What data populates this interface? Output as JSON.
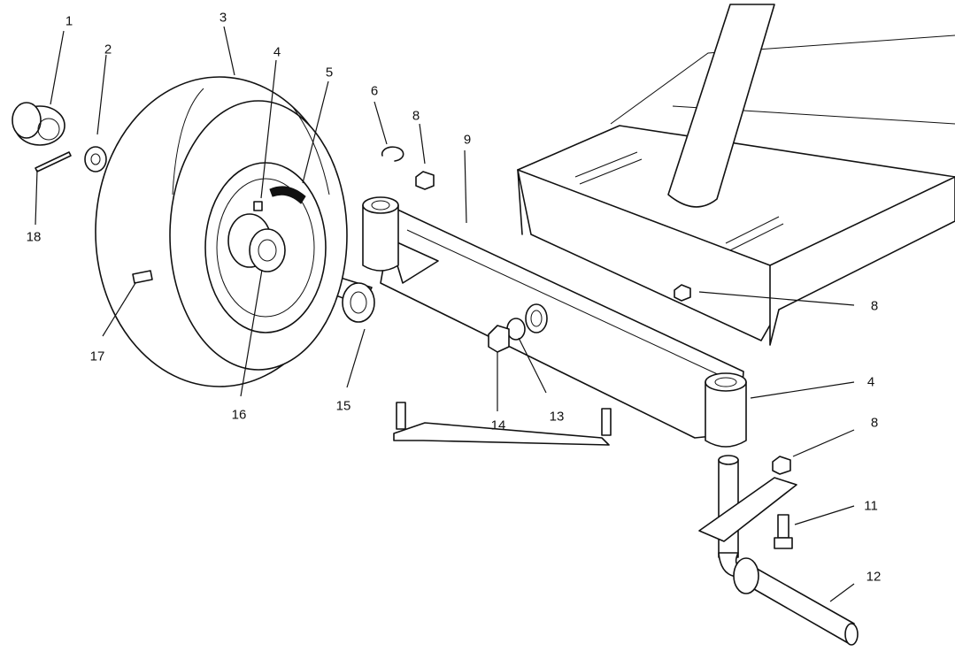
{
  "callouts": [
    {
      "id": "c1",
      "text": "1"
    },
    {
      "id": "c2",
      "text": "2"
    },
    {
      "id": "c3",
      "text": "3"
    },
    {
      "id": "c4a",
      "text": "4"
    },
    {
      "id": "c5",
      "text": "5"
    },
    {
      "id": "c6",
      "text": "6"
    },
    {
      "id": "c8a",
      "text": "8"
    },
    {
      "id": "c9",
      "text": "9"
    },
    {
      "id": "c8b",
      "text": "8"
    },
    {
      "id": "c4b",
      "text": "4"
    },
    {
      "id": "c8c",
      "text": "8"
    },
    {
      "id": "c11",
      "text": "11"
    },
    {
      "id": "c12",
      "text": "12"
    },
    {
      "id": "c13",
      "text": "13"
    },
    {
      "id": "c14",
      "text": "14"
    },
    {
      "id": "c15",
      "text": "15"
    },
    {
      "id": "c16",
      "text": "16"
    },
    {
      "id": "c17",
      "text": "17"
    },
    {
      "id": "c18",
      "text": "18"
    }
  ]
}
